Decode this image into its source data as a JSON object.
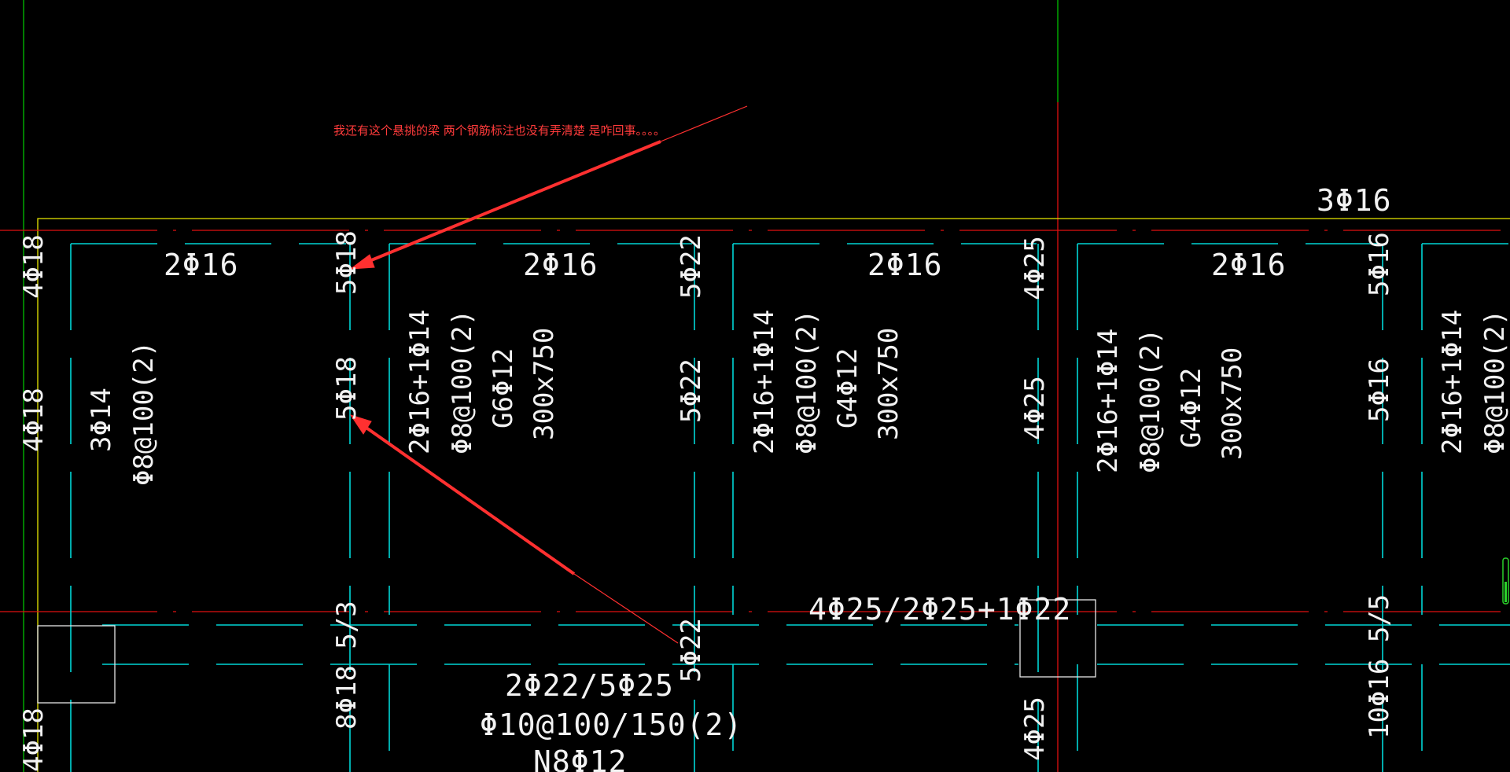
{
  "colors": {
    "background": "#000000",
    "beam_lines": "#00d6d6",
    "axis_lines": "#e01010",
    "edge_line": "#e8e800",
    "annotation": "#ff3030",
    "text": "#f2f2f2"
  },
  "annotation": {
    "note": "我还有这个悬挑的梁  两个钢筋标注也没有弄清楚  是咋回事。。。。"
  },
  "labels": {
    "top_3phi16": "3Φ16",
    "top_2phi16_a": "2Φ16",
    "top_2phi16_b": "2Φ16",
    "top_2phi16_c": "2Φ16",
    "top_2phi16_d": "2Φ16",
    "col1_4phi18_top": "4Φ18",
    "col1_4phi18_mid": "4Φ18",
    "col1_4phi18_bot": "4Φ18",
    "c2_5phi18_top": "5Φ18",
    "c2_5phi18_mid": "5Φ18",
    "c2_8phi18": "8Φ18 5/3",
    "c3_5phi22_top": "5Φ22",
    "c3_5phi22_mid": "5Φ22",
    "c3_5phi22_bot": "5Φ22",
    "c4_4phi25_top": "4Φ25",
    "c4_4phi25_mid": "4Φ25",
    "c4_4phi25_bot": "4Φ25",
    "c5_5phi16_top": "5Φ16",
    "c5_5phi16_mid": "5Φ16",
    "c5_10phi16": "10Φ16 5/5",
    "span1_a": "3Φ14",
    "span1_b": "Φ8@100(2)",
    "span2_a": "2Φ16+1Φ14",
    "span2_b": "Φ8@100(2)",
    "span2_c": "G6Φ12",
    "span2_d": "300x750",
    "span3_a": "2Φ16+1Φ14",
    "span3_b": "Φ8@100(2)",
    "span3_c": "G4Φ12",
    "span3_d": "300x750",
    "span4_a": "2Φ16+1Φ14",
    "span4_b": "Φ8@100(2)",
    "span4_c": "G4Φ12",
    "span4_d": "300x750",
    "span5_a": "2Φ16+1Φ14",
    "span5_b": "Φ8@100(2)",
    "bottom_beam_top": "4Φ25/2Φ25+1Φ22",
    "bottom_beam_a": "2Φ22/5Φ25",
    "bottom_beam_b": "Φ10@100/150(2)",
    "bottom_beam_c": "N8Φ12"
  }
}
